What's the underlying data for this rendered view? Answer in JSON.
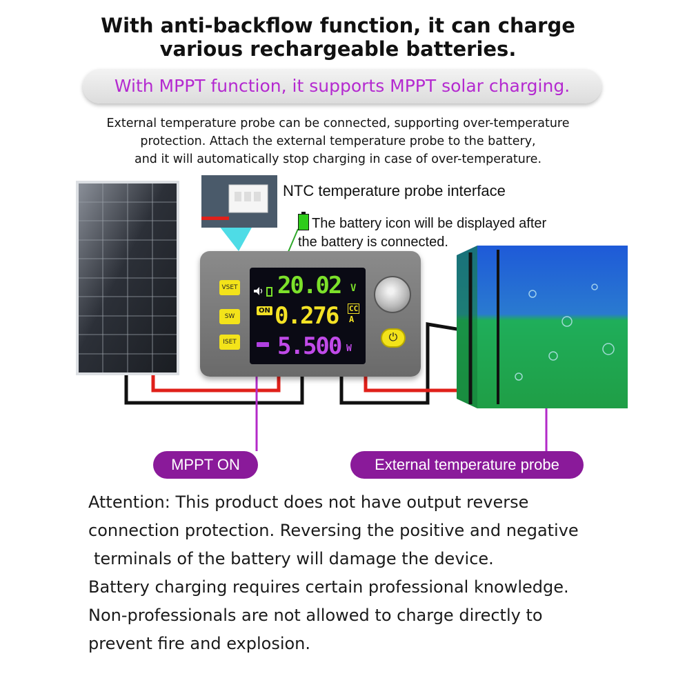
{
  "heading": {
    "line1": "With anti-backflow function, it can charge",
    "line2": "various rechargeable batteries."
  },
  "mppt_banner": "With MPPT function, it supports MPPT solar charging.",
  "probe_description": {
    "line1": "External temperature probe can be connected, supporting over-temperature",
    "line2": "protection. Attach the external temperature probe to the battery,",
    "line3": "and it will automatically stop charging in case of over-temperature."
  },
  "ntc_label": "NTC temperature probe interface",
  "battery_note": {
    "line1": "The battery icon will be displayed after",
    "line2": "the battery is connected."
  },
  "device": {
    "buttons": {
      "vset": "VSET",
      "sw": "SW",
      "iset": "ISET"
    },
    "on_badge": "ON",
    "voltage": "20.02",
    "voltage_unit": "V",
    "current": "0.276",
    "current_mode": "CC",
    "current_unit": "A",
    "power": "5.500",
    "power_unit": "W",
    "power_symbol": "⏻"
  },
  "callouts": {
    "mppt_on": "MPPT ON",
    "external_probe": "External temperature probe"
  },
  "attention": {
    "line1": "Attention: This product does not have output reverse",
    "line2": "connection protection. Reversing the positive and negative",
    "line3": "terminals of the battery will damage the device.",
    "line4": "Battery charging requires certain professional knowledge.",
    "line5": "Non-professionals are not allowed to charge directly to",
    "line6": "prevent fire and explosion."
  },
  "colors": {
    "banner_text": "#b42ad0",
    "callout_bg": "#8a1a9a",
    "voltage": "#7ce12a",
    "current": "#f4e225",
    "power": "#c04ae8",
    "wire_red": "#e0201a",
    "wire_black": "#111111"
  }
}
